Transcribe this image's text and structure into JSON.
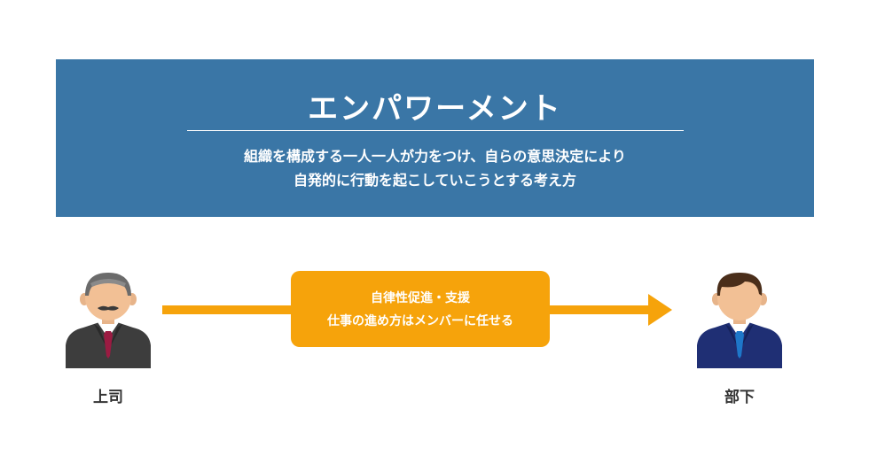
{
  "banner": {
    "title": "エンパワーメント",
    "desc_line1": "組織を構成する一人一人が力をつけ、自らの意思決定により",
    "desc_line2": "自発的に行動を起こしていこうとする考え方",
    "bg_color": "#3a76a6"
  },
  "diagram": {
    "boss_label": "上司",
    "subordinate_label": "部下",
    "policy_line1": "自律性促進・支援",
    "policy_line2": "仕事の進め方はメンバーに任せる",
    "accent_color": "#f6a30b"
  },
  "icons": {
    "boss": "boss-person-icon",
    "subordinate": "subordinate-person-icon",
    "arrow": "right-arrow-icon"
  }
}
